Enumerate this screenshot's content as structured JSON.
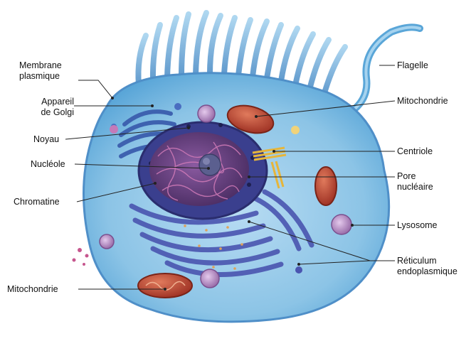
{
  "diagram": {
    "labels": {
      "membrane_plasmique": "Membrane\nplasmique",
      "appareil_golgi": "Appareil\nde Golgi",
      "noyau": "Noyau",
      "nucleole": "Nucléole",
      "chromatine": "Chromatine",
      "mitochondrie_left": "Mitochondrie",
      "flagelle": "Flagelle",
      "mitochondrie_right": "Mitochondrie",
      "centriole": "Centriole",
      "pore_nucleaire": "Pore\nnucléaire",
      "lysosome": "Lysosome",
      "reticulum": "Réticulum\nendoplasmique"
    },
    "colors": {
      "cytoplasm": "#8cc4e6",
      "membrane": "#5aa6d8",
      "nucleus": "#3a3f8e",
      "nucleoplasm": "#6a3d7a",
      "chromatin": "#d17bb8",
      "mitochondria": "#b4412f",
      "er": "#4a55b0",
      "centriole": "#f1c84a",
      "lysosome": "#b48bc2",
      "leader": "#222222"
    }
  }
}
